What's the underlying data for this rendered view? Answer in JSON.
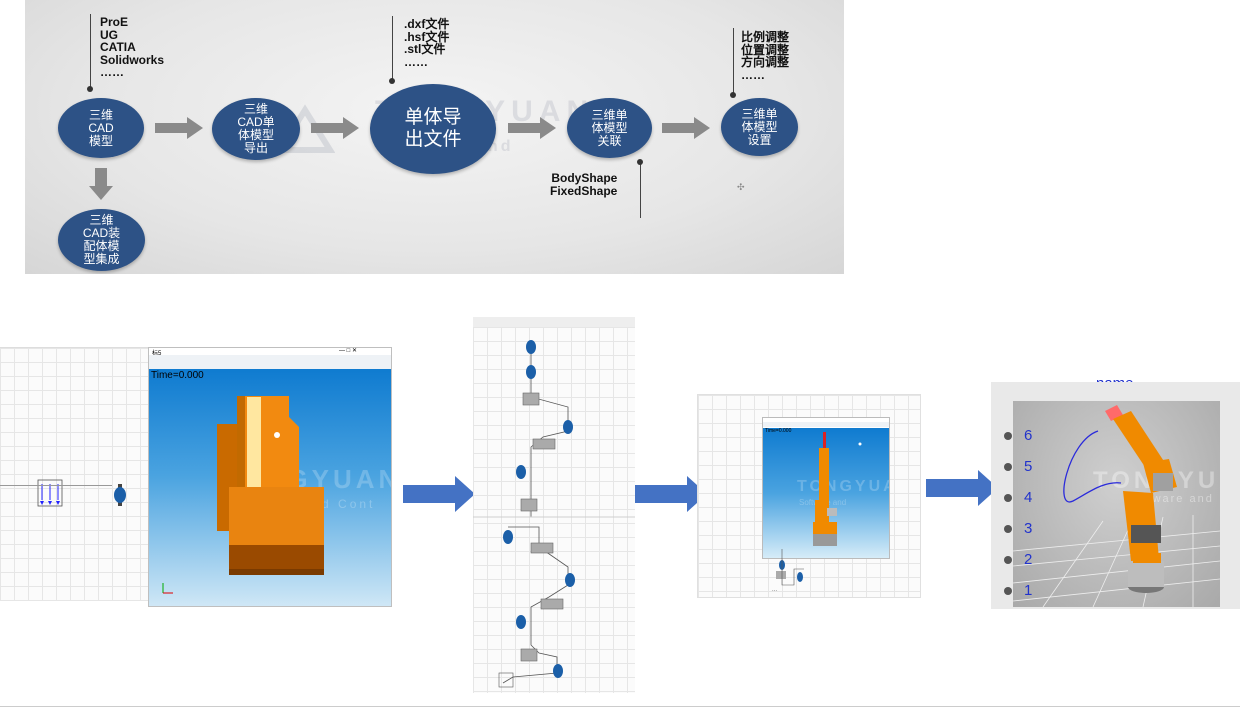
{
  "banner": {
    "nodes": {
      "cad_model": "三维\nCAD\n模型",
      "cad_export": "三维\nCAD单\n体模型\n导出",
      "export_file": "单体导\n出文件",
      "association": "三维单\n体模型\n关联",
      "settings": "三维单\n体模型\n设置",
      "assembly": "三维\nCAD装\n配体模\n型集成"
    },
    "notes": {
      "cad_software": "ProE\nUG\nCATIA\nSolidworks\n……",
      "file_types": ".dxf文件\n.hsf文件\n.stl文件\n……",
      "adjustments": "比例调整\n位置调整\n方向调整\n……",
      "shapes": "BodyShape\nFixedShape"
    },
    "watermark": "TONGYUAN",
    "watermark_sub": "Software and"
  },
  "sim_window": {
    "title": "标5",
    "controls": "—   □   ✕",
    "time": "Time=0.000",
    "watermark": "TONGYUAN",
    "watermark_sub": "Software and Cont"
  },
  "robot_window": {
    "time": "Time=0.000",
    "watermark": "TONGYUA",
    "watermark_sub": "Software and"
  },
  "final_view": {
    "title": "name",
    "levels": [
      "6",
      "5",
      "4",
      "3",
      "2",
      "1"
    ],
    "watermark": "TONGYUA",
    "watermark_sub": "Software and"
  },
  "colors": {
    "node_fill": "#2d5286",
    "flow_arrow": "#4472c4",
    "robot_orange": "#f08a00",
    "level_text": "#2233cc"
  }
}
